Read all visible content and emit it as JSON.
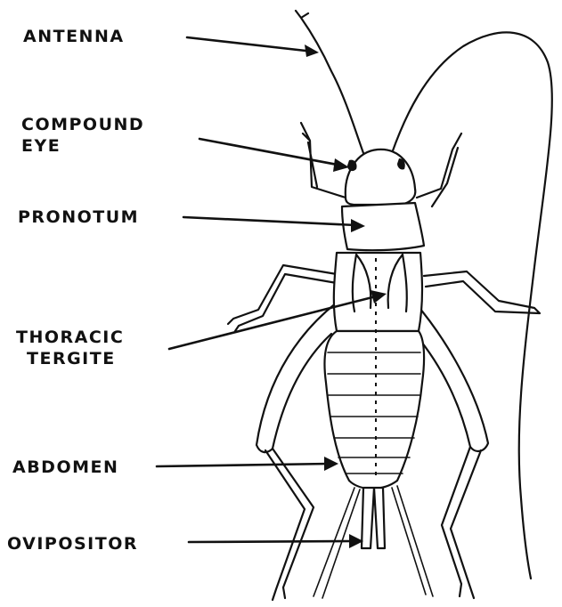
{
  "labels": {
    "antenna": "ANTENNA",
    "compound_eye_1": "COMPOUND",
    "compound_eye_2": "EYE",
    "pronotum": "PRONOTUM",
    "thoracic_1": "THORACIC",
    "thoracic_2": "TERGITE",
    "abdomen": "ABDOMEN",
    "ovipositor": "OVIPOSITOR"
  }
}
